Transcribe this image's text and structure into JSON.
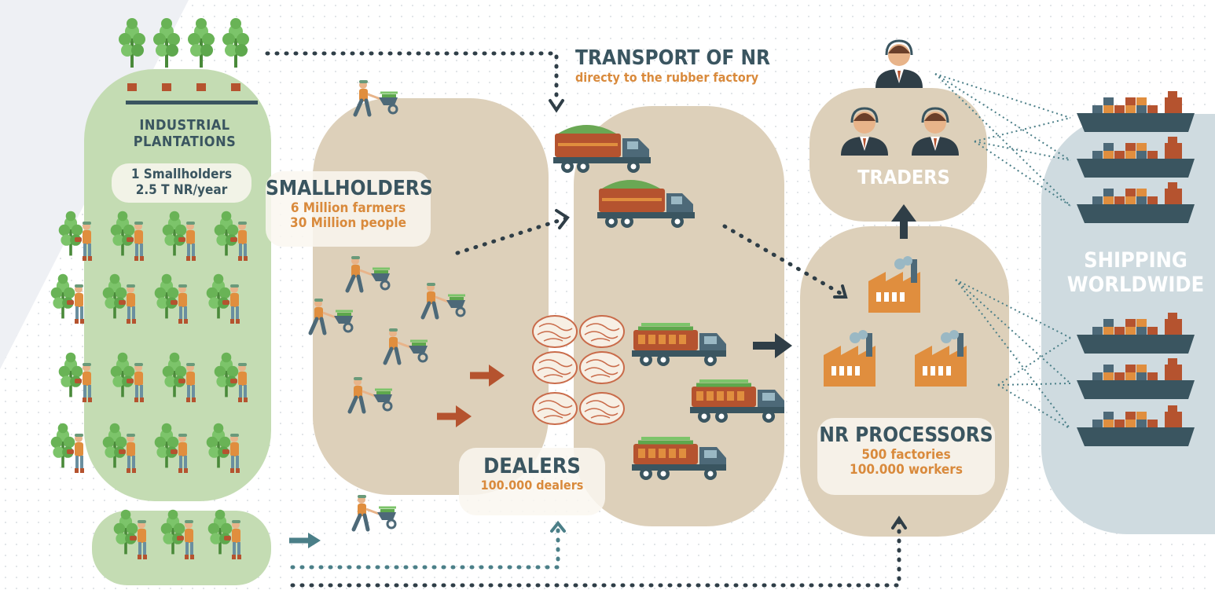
{
  "plantations": {
    "title_line1": "INDUSTRIAL",
    "title_line2": "PLANTATIONS"
  },
  "smallholder_stat": {
    "line1": "1 Smallholders",
    "line2": "2.5 T NR/year"
  },
  "smallholders": {
    "title": "SMALLHOLDERS",
    "line1": "6 Million farmers",
    "line2": "30 Million people"
  },
  "transport": {
    "title": "TRANSPORT OF NR",
    "subtitle": "directy to the rubber factory"
  },
  "dealers": {
    "title": "DEALERS",
    "line1": "100.000 dealers"
  },
  "traders": {
    "title": "TRADERS"
  },
  "processors": {
    "title": "NR PROCESSORS",
    "line1": "500 factories",
    "line2": "100.000 workers"
  },
  "shipping": {
    "line1": "SHIPPING",
    "line2": "WORLDWIDE"
  },
  "colors": {
    "plantation_green": "#c4dcb3",
    "chain_tan": "#ddd0ba",
    "shipping_blue": "#cfdbe0",
    "title_dark": "#3a5560",
    "accent_orange": "#d98a3c",
    "arrow_rust": "#b5532f",
    "factory_orange": "#e08e3e",
    "flow_teal": "#4b7f88"
  }
}
